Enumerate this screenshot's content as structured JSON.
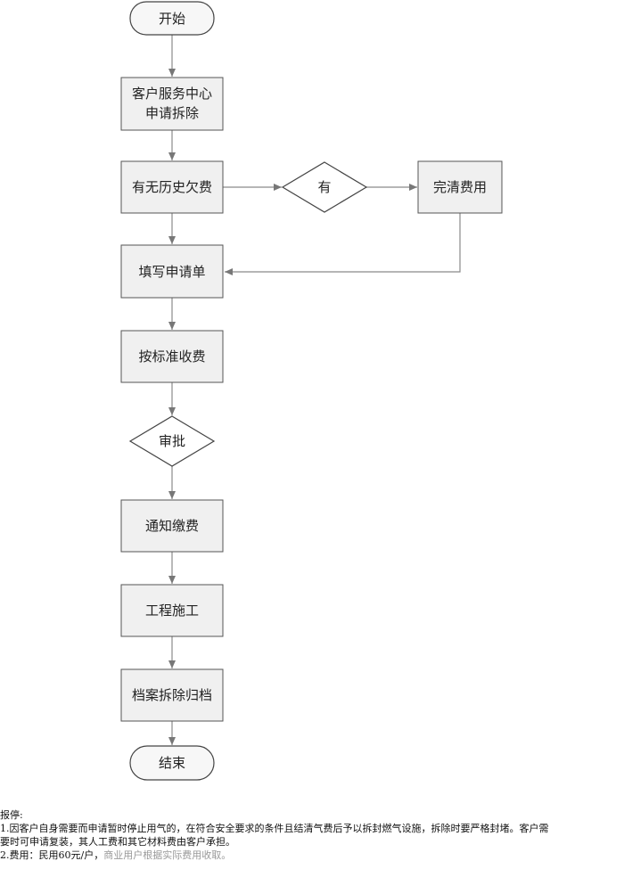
{
  "flowchart": {
    "start": "开始",
    "step1_line1": "客户服务中心",
    "step1_line2": "申请拆除",
    "step2": "有无历史欠费",
    "decision_has": "有",
    "step_clear": "完清费用",
    "step3": "填写申请单",
    "step4": "按标准收费",
    "decision_approve": "审批",
    "step5": "通知缴费",
    "step6": "工程施工",
    "step7": "档案拆除归档",
    "end": "结束"
  },
  "notes": {
    "title": "报停:",
    "item1_line1": "1.因客户自身需要而申请暂时停止用气的，在符合安全要求的条件且结清气费后予以拆封燃气设施，拆除时要严格封堵。客户需",
    "item1_line2": "要时可申请复装，其人工费和其它材料费由客户承担。",
    "item2_prefix": "2.费用：民用60元/户，",
    "item2_suffix": "商业用户根据实际费用收取。"
  }
}
